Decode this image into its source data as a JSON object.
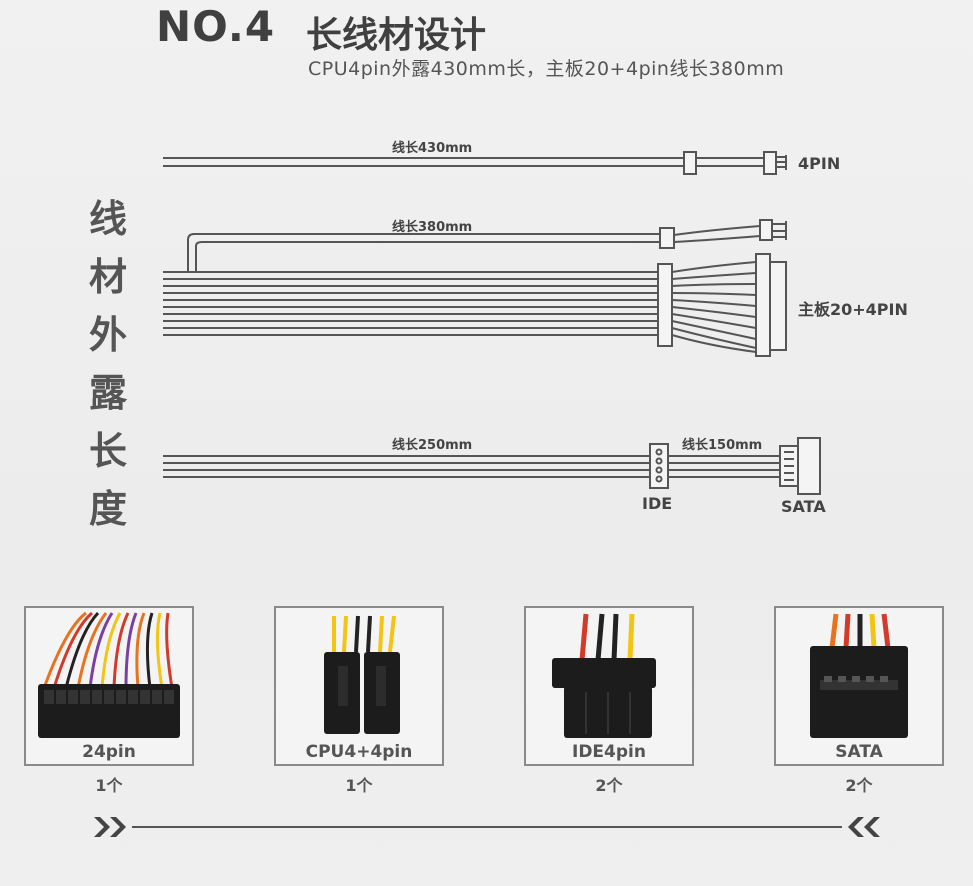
{
  "header": {
    "title_no": "NO.4",
    "title_cn": "长线材设计",
    "subtitle": "CPU4pin外露430mm长，主板20+4pin线长380mm"
  },
  "side_title": "线材外露长度",
  "cables": {
    "cpu": {
      "length_label": "线长430mm",
      "connector": "4PIN"
    },
    "main": {
      "length_label": "线长380mm",
      "connector": "主板20+4PIN"
    },
    "peripheral": {
      "length_label": "线长250mm",
      "ide_label": "IDE",
      "sata_length_label": "线长150mm",
      "sata_label": "SATA"
    }
  },
  "photos": [
    {
      "name": "24pin",
      "count": "1个",
      "icon": "atx-24pin-connector-icon"
    },
    {
      "name": "CPU4+4pin",
      "count": "1个",
      "icon": "cpu-8pin-connector-icon"
    },
    {
      "name": "IDE4pin",
      "count": "2个",
      "icon": "molex-connector-icon"
    },
    {
      "name": "SATA",
      "count": "2个",
      "icon": "sata-connector-icon"
    }
  ],
  "colors": {
    "wire": "#555555",
    "text": "#444444",
    "card_border": "#8a8a8a"
  }
}
